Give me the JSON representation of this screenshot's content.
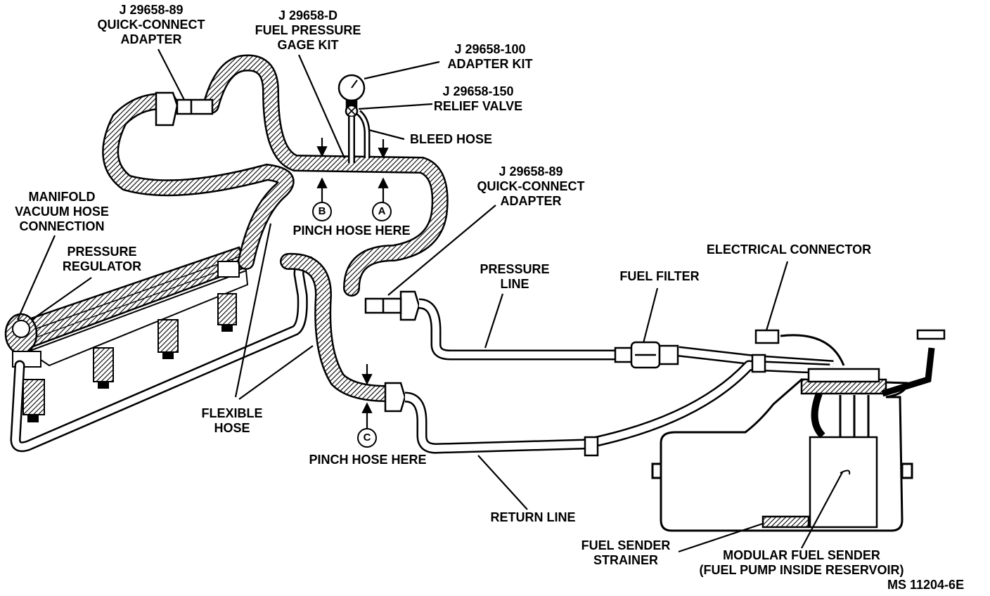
{
  "labels": {
    "adapter_top_1": "J 29658-89",
    "adapter_top_2": "QUICK-CONNECT",
    "adapter_top_3": "ADAPTER",
    "gage_kit_1": "J 29658-D",
    "gage_kit_2": "FUEL PRESSURE",
    "gage_kit_3": "GAGE KIT",
    "adapter_kit_1": "J 29658-100",
    "adapter_kit_2": "ADAPTER KIT",
    "relief_valve_1": "J 29658-150",
    "relief_valve_2": "RELIEF VALVE",
    "bleed_hose": "BLEED HOSE",
    "adapter_mid_1": "J 29658-89",
    "adapter_mid_2": "QUICK-CONNECT",
    "adapter_mid_3": "ADAPTER",
    "manifold_1": "MANIFOLD",
    "manifold_2": "VACUUM HOSE",
    "manifold_3": "CONNECTION",
    "regulator_1": "PRESSURE",
    "regulator_2": "REGULATOR",
    "pinch_upper": "PINCH HOSE HERE",
    "pinch_lower": "PINCH HOSE HERE",
    "electrical_connector": "ELECTRICAL CONNECTOR",
    "pressure_line_1": "PRESSURE",
    "pressure_line_2": "LINE",
    "fuel_filter": "FUEL FILTER",
    "flexible_hose_1": "FLEXIBLE",
    "flexible_hose_2": "HOSE",
    "return_line": "RETURN LINE",
    "strainer_1": "FUEL SENDER",
    "strainer_2": "STRAINER",
    "sender_1": "MODULAR FUEL SENDER",
    "sender_2": "(FUEL PUMP INSIDE RESERVOIR)",
    "figure_id": "MS 11204-6E"
  },
  "markers": {
    "a": "A",
    "b": "B",
    "c": "C"
  }
}
